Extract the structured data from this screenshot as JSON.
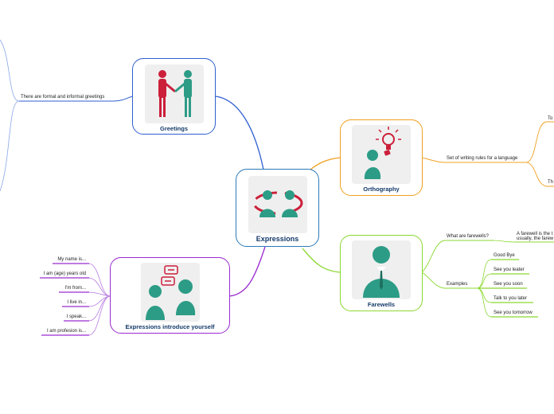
{
  "central": {
    "title": "Expressions"
  },
  "greetings": {
    "title": "Greetings",
    "note": "There are formal and informal greetings"
  },
  "orthography": {
    "title": "Orthography",
    "definition": "Set of writing rules for a language",
    "branch_top": "To",
    "branch_bottom": "Th"
  },
  "farewells": {
    "title": "Farewells",
    "question": "What are farewells?",
    "answer_line1": "A farewell is the t",
    "answer_line2": "usually, the farew",
    "examples_label": "Examples",
    "examples": [
      "Good Bye",
      "See you leater",
      "See you soon",
      "Talk to you later",
      "See you tomorrow"
    ]
  },
  "introduce": {
    "title": "Expressions introduce yourself",
    "phrases": [
      "My name is...",
      "I am (age) years old",
      "I'm from...",
      "I live in...",
      "I speak...",
      "I am profesion is..."
    ]
  },
  "colors": {
    "central": "#2a7ab8",
    "greetings": "#2f5fd0",
    "orthography": "#f0a020",
    "farewells": "#8ad830",
    "introduce": "#9a2ad0",
    "teal": "#2d9c86",
    "red": "#cc1f3a"
  },
  "icons": [
    "handshake-icon",
    "lightbulb-person-icon",
    "businessman-icon",
    "chat-people-icon",
    "people-meeting-icon"
  ]
}
